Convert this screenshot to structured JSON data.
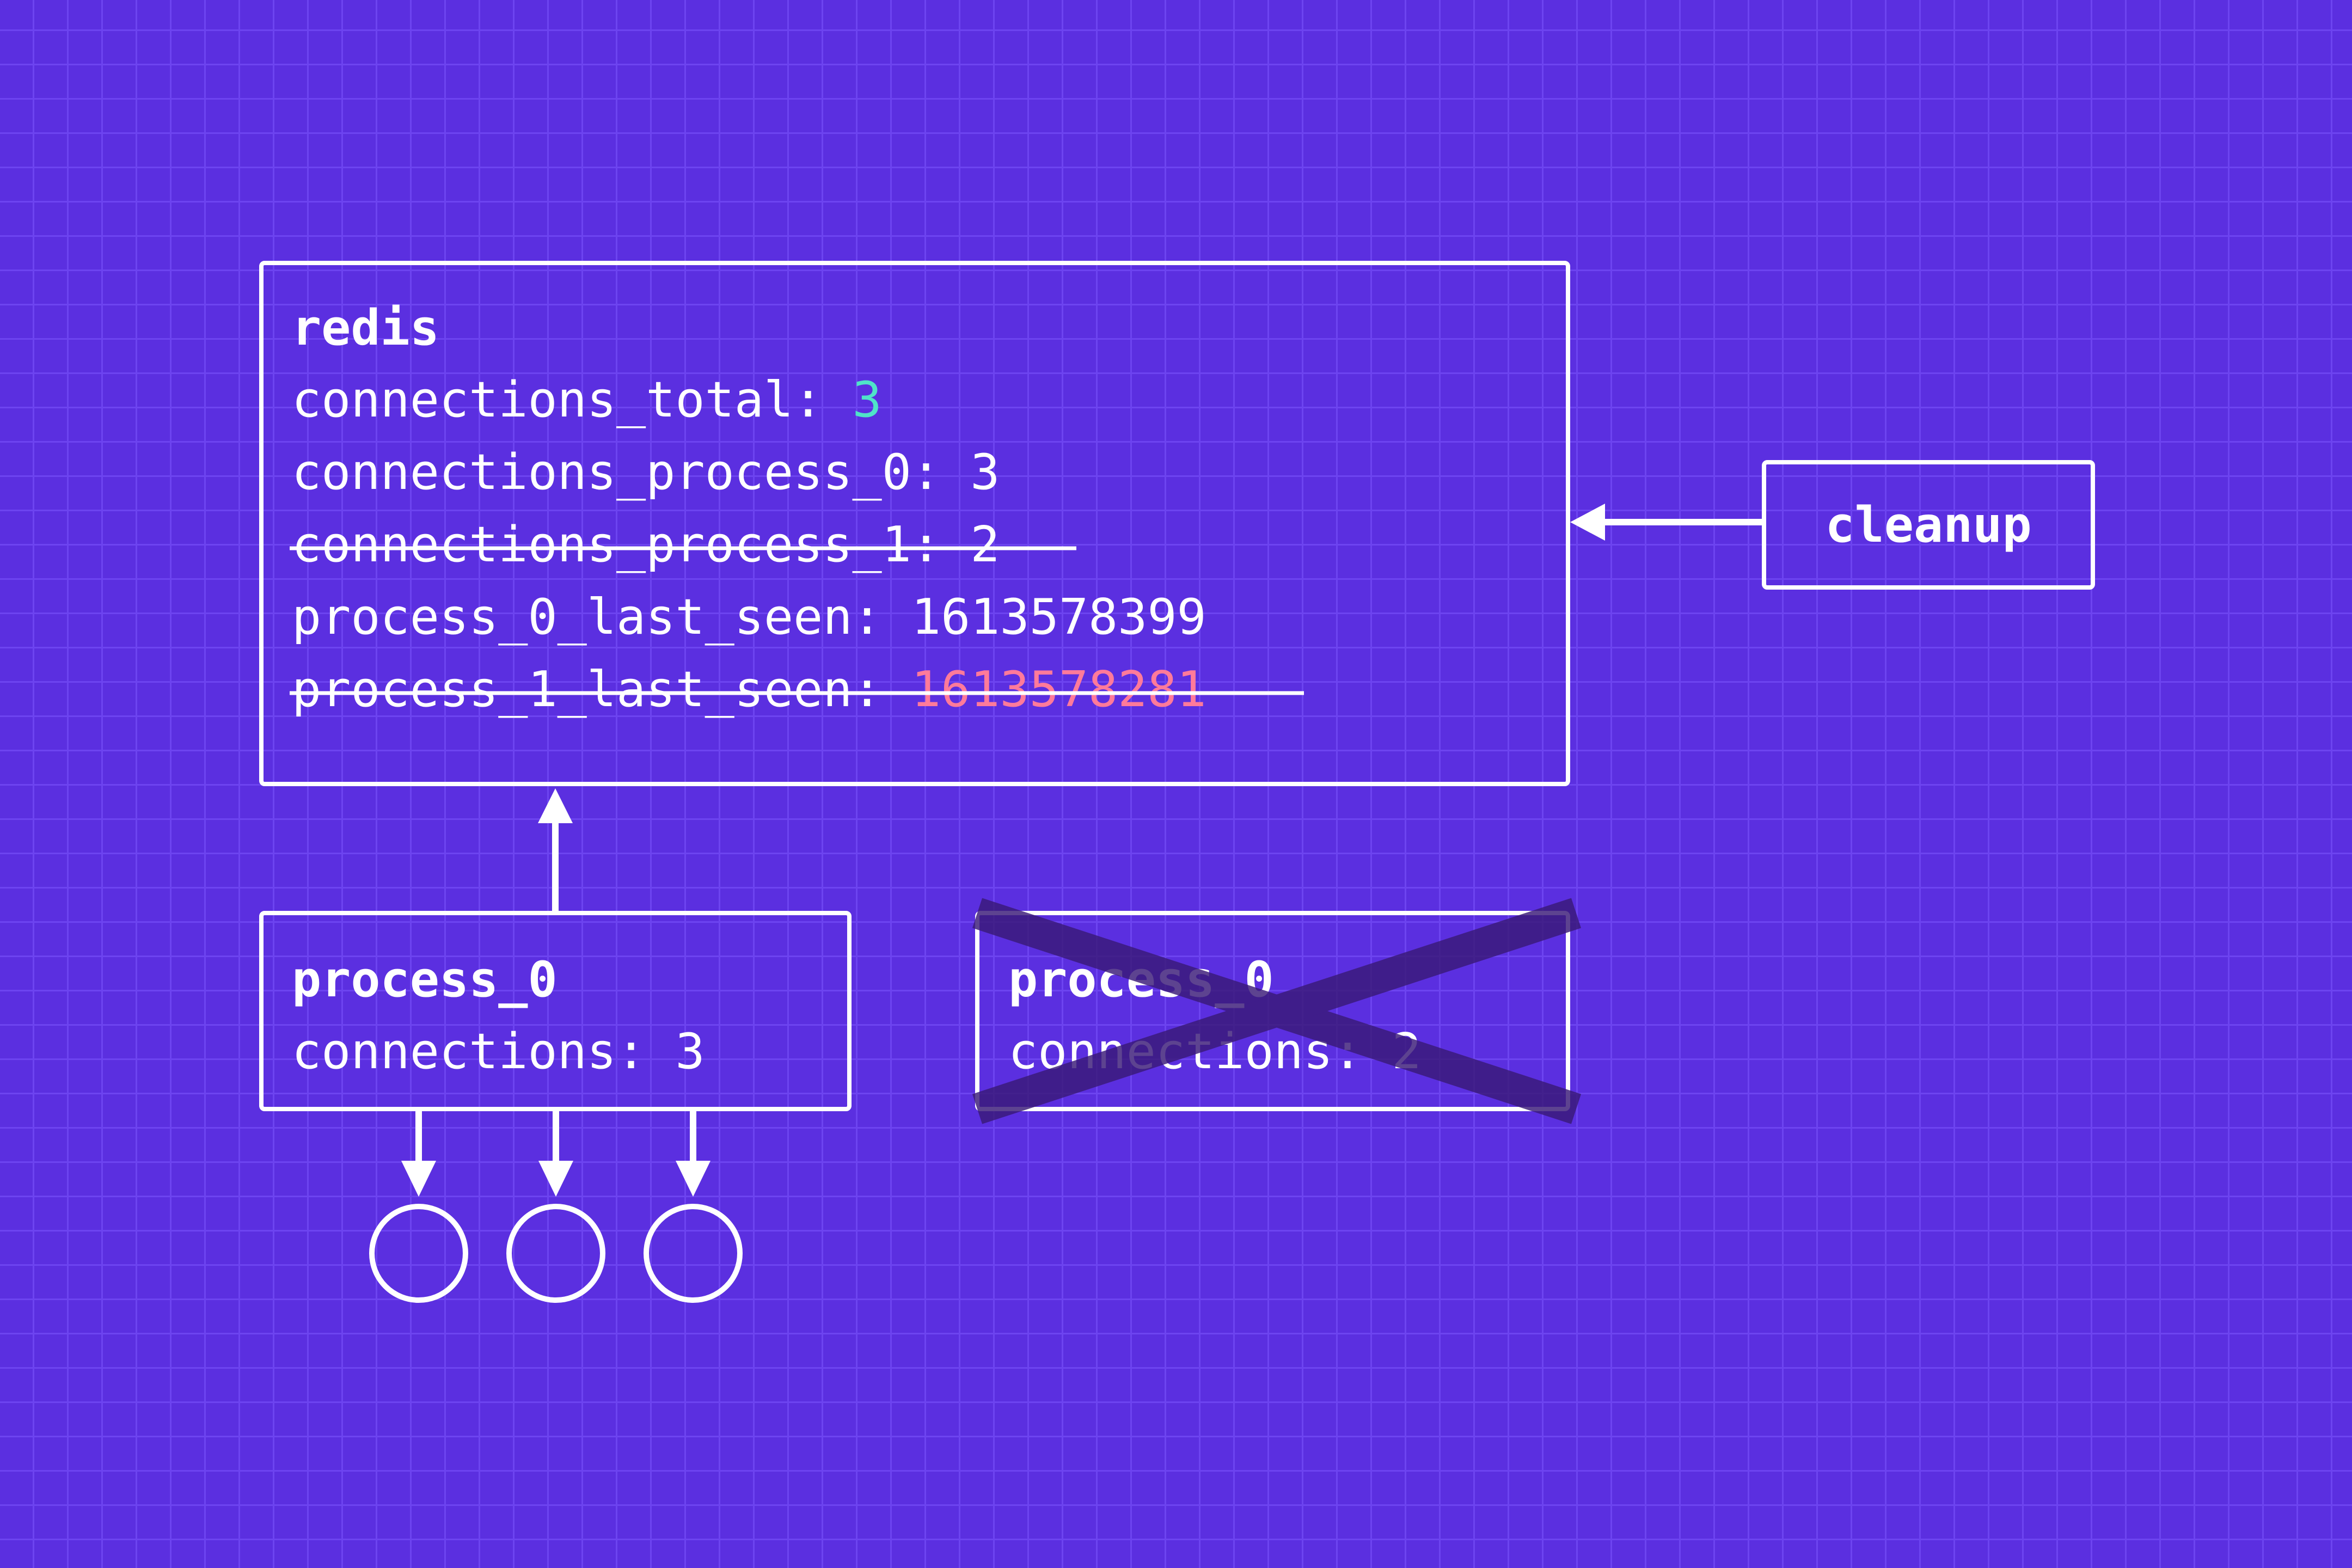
{
  "colors": {
    "background": "#5b2fe0",
    "grid": "#6d44f0",
    "stroke": "#ffffff",
    "value_highlight": "#4fe3c8",
    "stale_value": "#ff7a9a",
    "dead_cross": "#3a1a78"
  },
  "redis": {
    "title": "redis",
    "lines": [
      {
        "key": "connections_total:",
        "value": "3"
      },
      {
        "key": "connections_process_0:",
        "value": "3"
      },
      {
        "key": "connections_process_1:",
        "value": "2"
      },
      {
        "key": "process_0_last_seen:",
        "value": "1613578399"
      },
      {
        "key": "process_1_last_seen:",
        "value": "1613578281"
      }
    ]
  },
  "cleanup": {
    "label": "cleanup"
  },
  "process_live": {
    "title": "process_0",
    "line": "connections: 3",
    "connection_count": 3
  },
  "process_dead": {
    "title": "process_0",
    "line": "connections: 2"
  }
}
